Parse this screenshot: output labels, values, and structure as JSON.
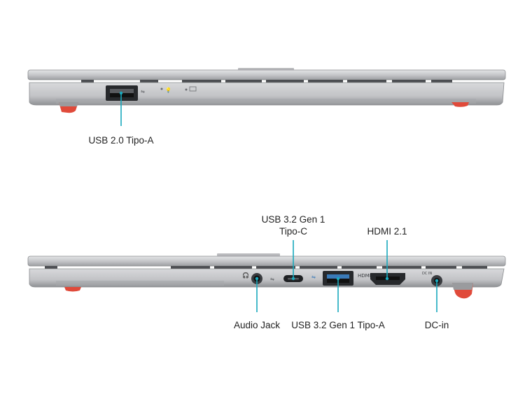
{
  "colors": {
    "callout": "#19a9bd",
    "body_silver": "#c9cacc",
    "body_dark": "#8e9093",
    "foot_red": "#e04a3a"
  },
  "top_view": {
    "callouts": [
      {
        "id": "usb-a-left",
        "lines": [
          "USB 2.0 Tipo-A"
        ]
      }
    ]
  },
  "bottom_view": {
    "callouts": [
      {
        "id": "usb-c",
        "lines": [
          "USB 3.2 Gen 1",
          "Tipo-C"
        ]
      },
      {
        "id": "hdmi",
        "lines": [
          "HDMI 2.1"
        ]
      },
      {
        "id": "audio-jack",
        "lines": [
          "Audio Jack"
        ]
      },
      {
        "id": "usb-a-right",
        "lines": [
          "USB 3.2 Gen 1 Tipo-A"
        ]
      },
      {
        "id": "dc-in",
        "lines": [
          "DC-in"
        ]
      }
    ]
  },
  "port_markings": {
    "hdmi_text": "HDMI",
    "dc_text": "DC IN"
  }
}
